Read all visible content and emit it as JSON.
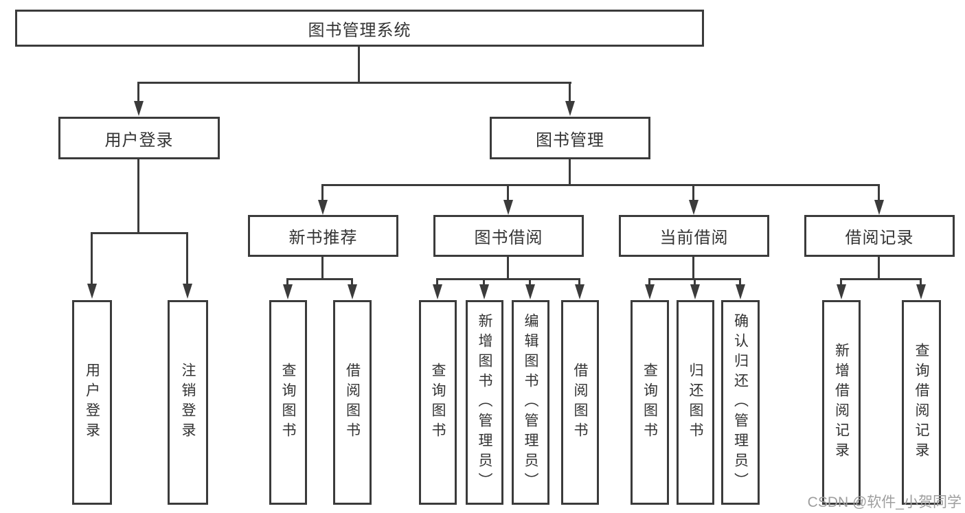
{
  "diagram": {
    "root": {
      "label": "图书管理系统"
    },
    "level2": {
      "user_login": {
        "label": "用户登录"
      },
      "book_mgmt": {
        "label": "图书管理"
      }
    },
    "level3": {
      "new_book_rec": {
        "label": "新书推荐"
      },
      "book_borrow": {
        "label": "图书借阅"
      },
      "current_borrow": {
        "label": "当前借阅"
      },
      "borrow_records": {
        "label": "借阅记录"
      }
    },
    "leaves": {
      "user_login": {
        "label": "用户登录"
      },
      "logout": {
        "label": "注销登录"
      },
      "rec_query_books": {
        "label": "查询图书"
      },
      "rec_borrow_books": {
        "label": "借阅图书"
      },
      "bb_query_books": {
        "label": "查询图书"
      },
      "bb_add_book": {
        "label": "新增图书（管理员）"
      },
      "bb_edit_book": {
        "label": "编辑图书（管理员）"
      },
      "bb_borrow_books": {
        "label": "借阅图书"
      },
      "cb_query_books": {
        "label": "查询图书"
      },
      "cb_return_book": {
        "label": "归还图书"
      },
      "cb_confirm_return": {
        "label": "确认归还（管理员）"
      },
      "br_add_record": {
        "label": "新增借阅记录"
      },
      "br_query_record": {
        "label": "查询借阅记录"
      }
    }
  },
  "watermark": {
    "text": "CSDN @软件_小贺同学"
  },
  "colors": {
    "line": "#3b3b3b",
    "text": "#333333",
    "watermark": "#9e9e9e",
    "background": "#ffffff"
  }
}
